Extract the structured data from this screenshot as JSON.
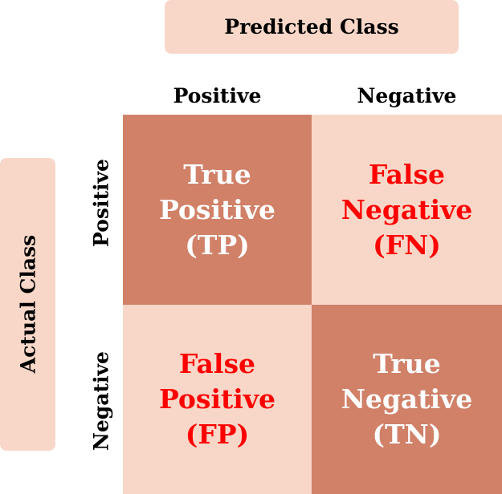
{
  "predicted_header": "Predicted Class",
  "actual_header": "Actual Class",
  "columns": [
    "Positive",
    "Negative"
  ],
  "rows": [
    "Positive",
    "Negative"
  ],
  "cells": {
    "tp": {
      "lines": [
        "True",
        "Positive",
        "(TP)"
      ],
      "color": "#ffffff",
      "background": "#d08168"
    },
    "fn": {
      "lines": [
        "False",
        "Negative",
        "(FN)"
      ],
      "color": "#ff0000",
      "background": "#f8d7c8"
    },
    "fp": {
      "lines": [
        "False",
        "Positive",
        "(FP)"
      ],
      "color": "#ff0000",
      "background": "#f8d7c8"
    },
    "tn": {
      "lines": [
        "True",
        "Negative",
        "(TN)"
      ],
      "color": "#ffffff",
      "background": "#d08168"
    }
  },
  "colors": {
    "light_fill": "#f8d7c8",
    "dark_fill": "#d08168",
    "highlight_text": "#ff0000",
    "header_text": "#000000"
  }
}
